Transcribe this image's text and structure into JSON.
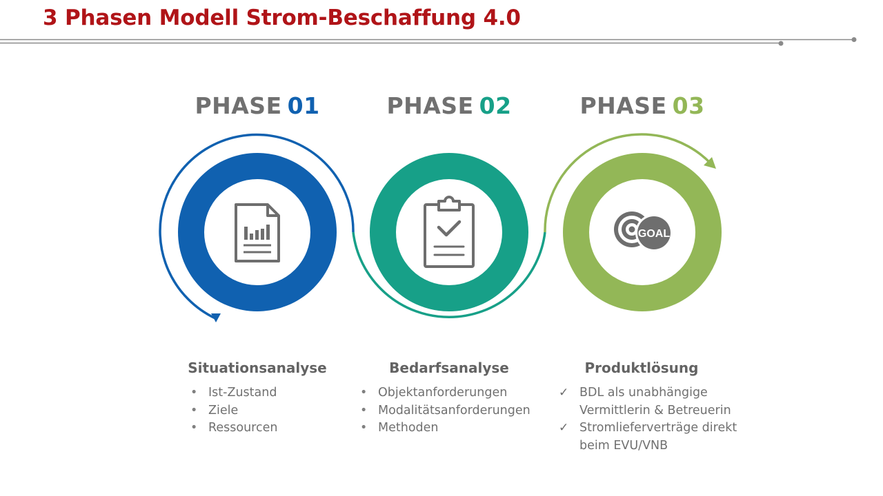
{
  "title": "3 Phasen Modell Strom-Beschaffung 4.0",
  "phases": [
    {
      "label": "PHASE",
      "number": "01",
      "color": "#1061b0",
      "icon": "document-chart-icon",
      "heading": "Situationsanalyse",
      "marker": "•",
      "items": [
        "Ist-Zustand",
        "Ziele",
        "Ressourcen"
      ]
    },
    {
      "label": "PHASE",
      "number": "02",
      "color": "#17a088",
      "icon": "clipboard-check-icon",
      "heading": "Bedarfsanalyse",
      "marker": "•",
      "items": [
        "Objektanforderungen",
        "Modalitätsanforderungen",
        "Methoden"
      ]
    },
    {
      "label": "PHASE",
      "number": "03",
      "color": "#93b757",
      "icon": "goal-target-icon",
      "icon_text": "GOAL",
      "heading": "Produktlösung",
      "marker": "✓",
      "items": [
        "BDL als unabhängige",
        "Vermittlerin & Betreuerin",
        "Stromlieferverträge direkt",
        "beim EVU/VNB"
      ],
      "item_markers": [
        true,
        false,
        true,
        false
      ]
    }
  ],
  "colors": {
    "title": "#b01418",
    "text_gray": "#707070",
    "icon_gray": "#6e6e6e",
    "rule_gray": "#8a8a8a"
  }
}
